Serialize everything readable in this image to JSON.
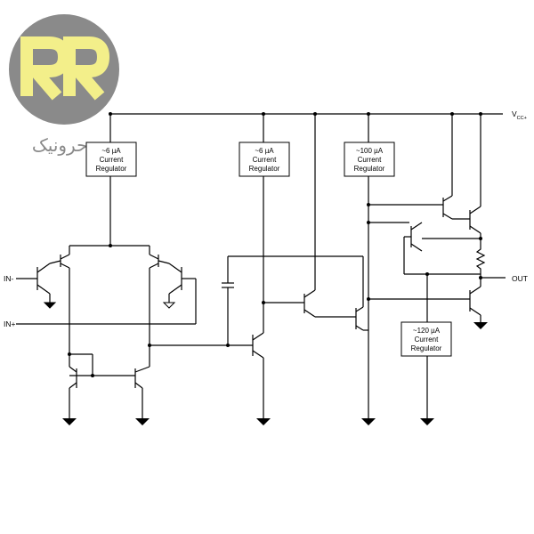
{
  "logo": {
    "circle_color": "#8a8a8a",
    "letter_color": "#f3ef8a",
    "wordmark": "رحرونیک"
  },
  "labels": {
    "vcc": "V",
    "vcc_sub": "CC+",
    "in_minus": "IN-",
    "in_plus": "IN+",
    "out": "OUT"
  },
  "regulators": [
    {
      "id": "reg-1",
      "lines": [
        "~6 µA",
        "Current",
        "Regulator"
      ]
    },
    {
      "id": "reg-2",
      "lines": [
        "~6 µA",
        "Current",
        "Regulator"
      ]
    },
    {
      "id": "reg-3",
      "lines": [
        "~100 µA",
        "Current",
        "Regulator"
      ]
    },
    {
      "id": "reg-4",
      "lines": [
        "~120 µA",
        "Current",
        "Regulator"
      ]
    }
  ]
}
